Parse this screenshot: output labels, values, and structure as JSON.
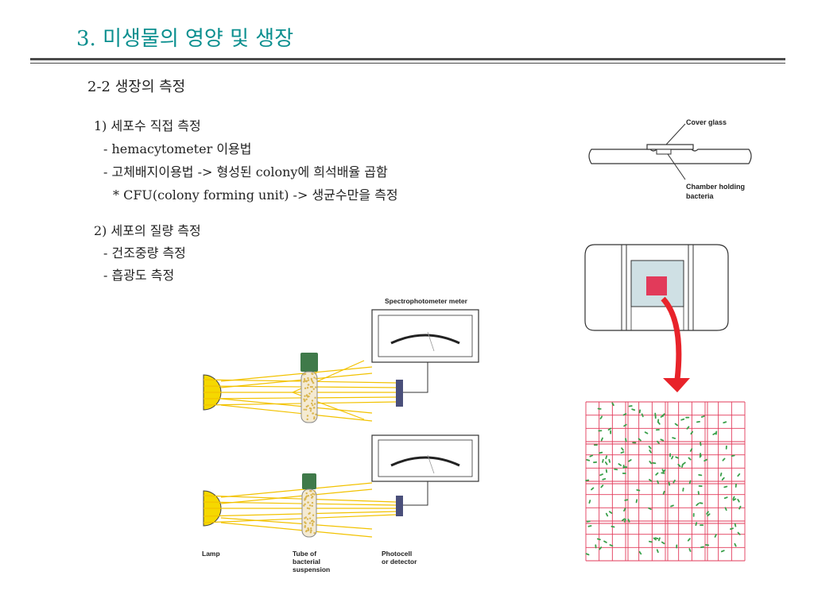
{
  "slide": {
    "title": "3. 미생물의 영양 및 생장",
    "subtitle": "2-2 생장의 측정",
    "lines": [
      "1) 세포수 직접 측정",
      "- hemacytometer 이용법",
      "- 고체배지이용법 -> 형성된 colony에 희석배율 곱함",
      "* CFU(colony forming unit) -> 생균수만을 측정",
      "2) 세포의 질량 측정",
      "- 건조중량 측정",
      "- 흡광도 측정"
    ]
  },
  "hemacytometer_figure": {
    "cover_glass_label": "Cover glass",
    "chamber_label_line1": "Chamber holding",
    "chamber_label_line2": "bacteria"
  },
  "spectro_figure": {
    "meter_label": "Spectrophotometer meter",
    "lamp_label": "Lamp",
    "tube_label_line1": "Tube of",
    "tube_label_line2": "bacterial",
    "tube_label_line3": "suspension",
    "detector_label_line1": "Photocell",
    "detector_label_line2": "or detector"
  },
  "colors": {
    "title": "#0b8f8f",
    "beam": "#f2c200",
    "lamp": "#f5d800",
    "grid": "#e23a5a",
    "bacteria": "#3aa04a",
    "detector": "#4a4f7a"
  }
}
